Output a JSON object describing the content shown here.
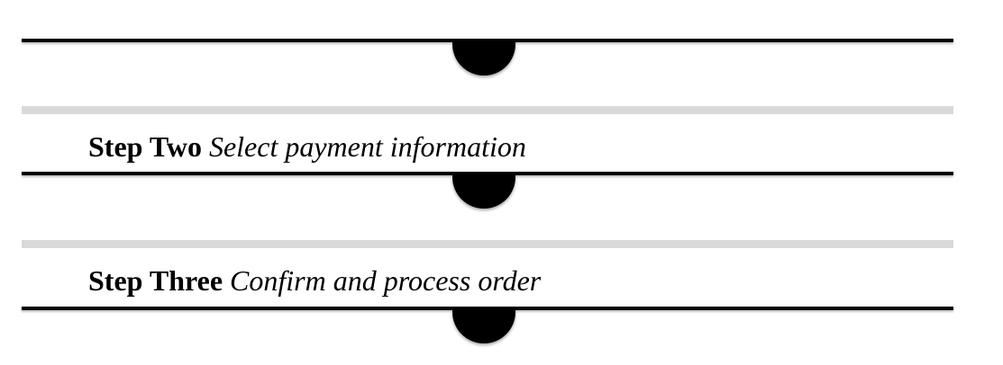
{
  "steps": [
    {
      "label": "Step Two",
      "text": "Select payment information"
    },
    {
      "label": "Step Three",
      "text": "Confirm and process order"
    }
  ],
  "colors": {
    "line": "#000000",
    "band": "#d9d9d9"
  }
}
